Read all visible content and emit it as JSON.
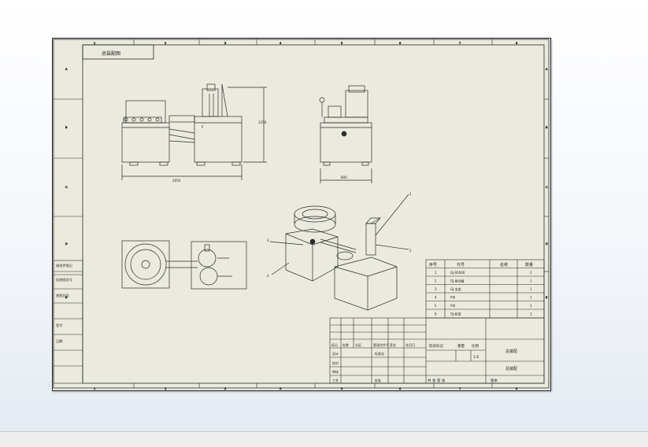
{
  "drawing": {
    "label_tag": "总装配图",
    "zone_cols": [
      "1",
      "2",
      "3",
      "4",
      "5",
      "6",
      "7",
      "8"
    ],
    "zone_rows": [
      "A",
      "B",
      "C",
      "D",
      "E"
    ],
    "front_view": {
      "width_dim": "2650",
      "height_dim": "1250"
    },
    "side_view": {
      "width_dim": "800"
    },
    "balloons": [
      "1",
      "2",
      "3",
      "4"
    ]
  },
  "left_strip": [
    "借用件登记",
    "旧底图总号",
    "底图总号",
    "签字",
    "日期"
  ],
  "bom": {
    "headers": [
      "序号",
      "代号",
      "名称",
      "数量"
    ],
    "rows": [
      {
        "no": "1",
        "code": "GJ-00000",
        "name": "",
        "qty": "1"
      },
      {
        "no": "2",
        "code": "GJ-振动盘",
        "name": "",
        "qty": "1"
      },
      {
        "no": "3",
        "code": "GJ-支架",
        "name": "",
        "qty": "1"
      },
      {
        "no": "4",
        "code": "FW",
        "name": "",
        "qty": "1"
      },
      {
        "no": "5",
        "code": "FW",
        "name": "",
        "qty": "1"
      },
      {
        "no": "6",
        "code": "GJ-机架",
        "name": "",
        "qty": "1"
      }
    ]
  },
  "title_block": {
    "row_labels": [
      "标记",
      "处数",
      "分区",
      "更改文件号",
      "签名",
      "年月日"
    ],
    "left_labels": [
      "设计",
      "校对",
      "审核",
      "工艺"
    ],
    "mid_labels": [
      "标准化",
      "批准"
    ],
    "stage_labels": [
      "阶段标记",
      "重量",
      "比例"
    ],
    "scale": "1:6",
    "drawing_name": "总装配",
    "drawing_no": "总装配",
    "sheet_info": "共 张 第 张",
    "version_label": "版本"
  }
}
